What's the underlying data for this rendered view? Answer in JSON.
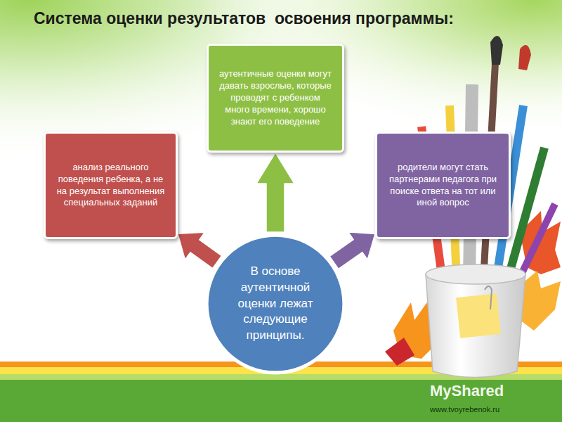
{
  "diagram": {
    "title": "Система оценки результатов  освоения программы:",
    "nodes": [
      {
        "text": [
          "аутентичные оценки могут давать взрослые, которые проводят с ребенком много времени, хорошо знают его поведение"
        ]
      },
      {
        "text": [
          "анализ реального поведения ребенка, а не на результат выполнения специальных заданий"
        ]
      },
      {
        "text": [
          "родители могут стать партнерами педагога при поиске ответа на тот или иной вопрос"
        ]
      },
      {
        "text": [
          "В основе аутентичной оценки лежат следующие принципы."
        ]
      }
    ],
    "edges": [
      {
        "from": 3,
        "to": 0,
        "arrow": "to"
      },
      {
        "from": 3,
        "to": 1,
        "arrow": "to"
      },
      {
        "from": 3,
        "to": 2,
        "arrow": "to"
      }
    ],
    "labels": [
      "MyShared",
      "www.tvoyrebenok.ru"
    ]
  }
}
